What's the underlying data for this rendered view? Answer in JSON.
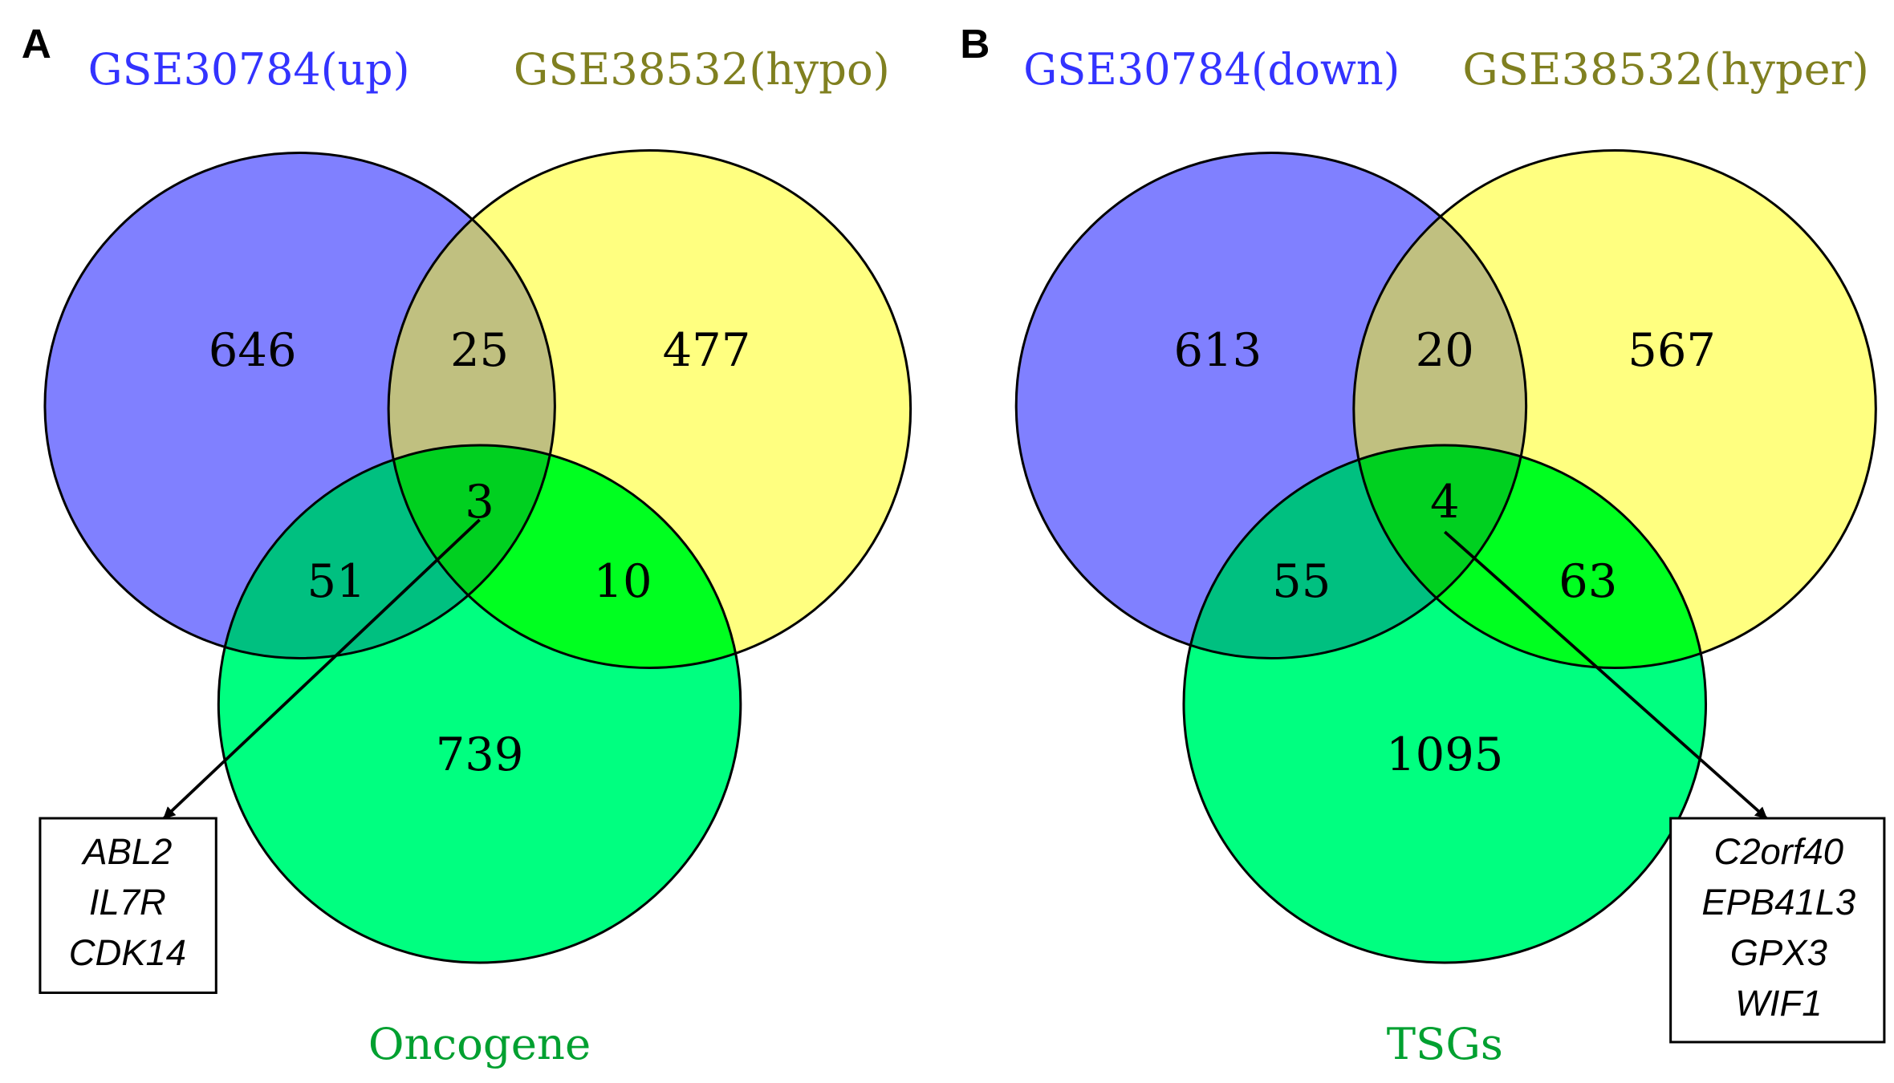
{
  "panels": [
    {
      "letter": "A",
      "set_labels": [
        "GSE30784(up)",
        "GSE38532(hypo)"
      ],
      "bottom_label": "Oncogene",
      "counts": {
        "a_only": "646",
        "ab": "25",
        "b_only": "477",
        "abc": "3",
        "ac": "51",
        "bc": "10",
        "c_only": "739"
      },
      "genes": [
        "ABL2",
        "IL7R",
        "CDK14"
      ]
    },
    {
      "letter": "B",
      "set_labels": [
        "GSE30784(down)",
        "GSE38532(hyper)"
      ],
      "bottom_label": "TSGs",
      "counts": {
        "a_only": "613",
        "ab": "20",
        "b_only": "567",
        "abc": "4",
        "ac": "55",
        "bc": "63",
        "c_only": "1095"
      },
      "genes": [
        "C2orf40",
        "EPB41L3",
        "GPX3",
        "WIF1"
      ]
    }
  ],
  "colors": {
    "set_a": "#8080ff",
    "set_b": "#ffff80",
    "set_c": "#00ff80",
    "ab": "#c0c080",
    "ac": "#00c080",
    "bc": "#00ff20",
    "abc": "#00d020",
    "label_a": "#3333ff",
    "label_b": "#808020",
    "label_c": "#00a030"
  }
}
